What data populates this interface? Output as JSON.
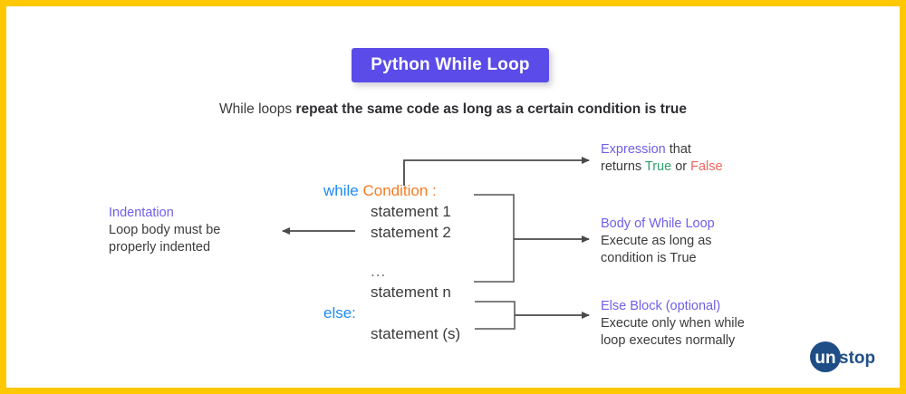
{
  "page": {
    "border_color": "#FFC800",
    "background": "#ffffff"
  },
  "title": {
    "text": "Python While Loop",
    "badge_color": "#5B4BE8",
    "text_color": "#ffffff"
  },
  "subtitle": {
    "lead": "While loops ",
    "emphasis": "repeat the same code as long as a certain condition is true"
  },
  "code": {
    "keyword_color": "#1D8BF1",
    "condition_color": "#F47B20",
    "text_color": "#3b3b3d",
    "lines": [
      {
        "keyword": "while",
        "condition": "Condition :"
      },
      {
        "text": "statement 1"
      },
      {
        "text": "statement 2"
      },
      {
        "text": "..."
      },
      {
        "text": "statement n"
      },
      {
        "keyword": "else:"
      },
      {
        "text": "statement (s)"
      }
    ]
  },
  "annotations": {
    "expression": {
      "heading": "Expression",
      "line1_rest": " that",
      "line2_pre": "returns ",
      "true_word": "True",
      "line2_mid": " or ",
      "false_word": "False",
      "heading_color": "#6F5FE8",
      "true_color": "#2EA06B",
      "false_color": "#F0655E"
    },
    "body_of_while": {
      "heading": "Body of While Loop",
      "line1": "Execute as long as",
      "line2": "condition is True"
    },
    "else_block": {
      "heading": "Else Block (optional)",
      "line1": "Execute only when while",
      "line2": "loop executes normally"
    },
    "indentation": {
      "heading": "Indentation",
      "line1": "Loop body must be",
      "line2": "properly indented"
    }
  },
  "logo": {
    "circle_text": "un",
    "word_text": "stop",
    "color": "#1F4E86"
  }
}
